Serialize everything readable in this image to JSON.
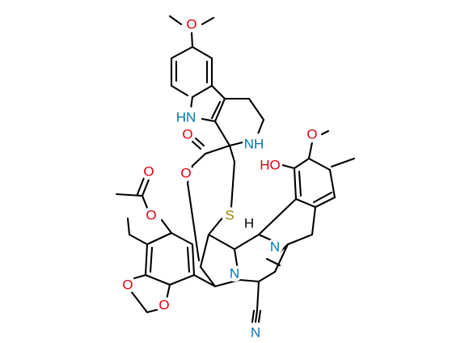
{
  "colors": {
    "bond": "#000000",
    "oxygen": "#e1000f",
    "nitrogen": "#0077b5",
    "sulfur": "#9a8400",
    "hydrogen": "#000000"
  },
  "atoms": {
    "methoxy_top_oxygen": "O",
    "indole_nh": "HN",
    "carbonyl_oxygen": "O",
    "ester_oxygen": "O",
    "piperidine_nh": "NH",
    "hydroxyl": "HO",
    "methoxy_right_oxygen": "O",
    "acetyl_carbonyl_oxygen": "O",
    "acetate_oxygen": "O",
    "sulfur": "S",
    "stereo_hydrogen": "H",
    "bridge_nitrogen": "N",
    "central_nitrogen": "N",
    "dioxole_oxygen_top": "O",
    "dioxole_oxygen_bottom": "O",
    "nitrile_nitrogen": "N"
  }
}
